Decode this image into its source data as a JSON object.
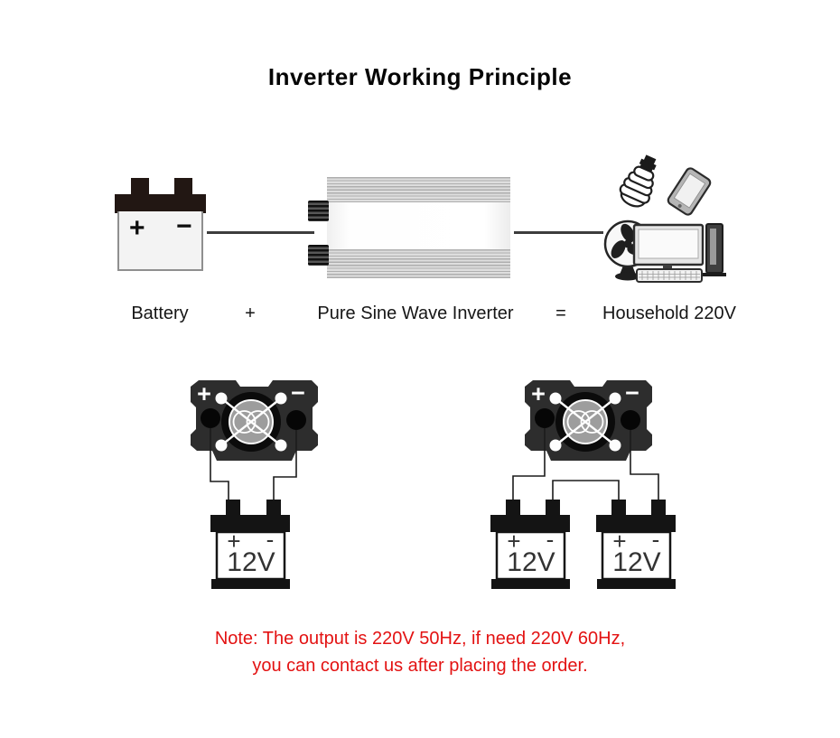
{
  "title": "Inverter Working Principle",
  "equation": {
    "battery_label": "Battery",
    "plus": "+",
    "inverter_label": "Pure Sine Wave Inverter",
    "equals": "=",
    "household_label": "Household 220V"
  },
  "battery_icon": {
    "plus": "+",
    "minus": "−"
  },
  "appliance_icons": [
    "cfl-bulb-icon",
    "smartphone-icon",
    "fan-icon",
    "monitor-icon",
    "keyboard-icon",
    "pc-tower-icon"
  ],
  "diagram_single": {
    "inverter": {
      "plus": "+",
      "minus": "−"
    },
    "battery": {
      "plus": "+",
      "minus": "-",
      "label": "12V"
    }
  },
  "diagram_double": {
    "inverter": {
      "plus": "+",
      "minus": "−"
    },
    "battery1": {
      "plus": "+",
      "minus": "-",
      "label": "12V"
    },
    "battery2": {
      "plus": "+",
      "minus": "-",
      "label": "12V"
    }
  },
  "note": {
    "line1": "Note: The output is 220V 50Hz, if need 220V 60Hz,",
    "line2": "you can contact us after placing the order."
  },
  "colors": {
    "note_text": "#e31212",
    "diagram_body": "#2d2d2d",
    "wire": "#1c1c1c",
    "battery_text": "#333333"
  }
}
